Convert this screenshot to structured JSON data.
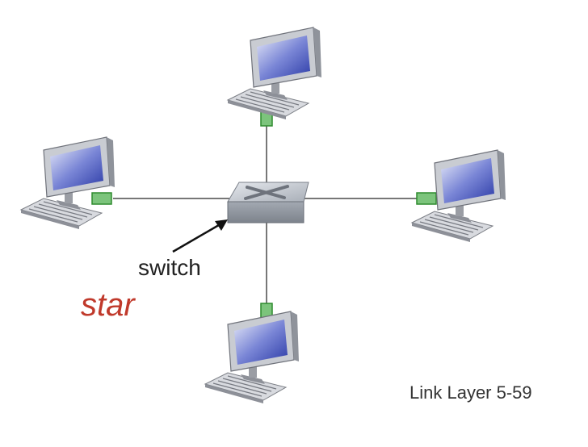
{
  "labels": {
    "switch": "switch",
    "topology": "star",
    "footer": "Link Layer  5-59"
  },
  "colors": {
    "topology_label": "#c0392b",
    "connector": "#3c9a3c",
    "screen": "#3a49b0",
    "monitor_body": "#c9ccd2",
    "switch_body": "#b9bec6"
  },
  "nodes": [
    {
      "id": "switch",
      "icon": "switch-icon"
    },
    {
      "id": "computer-top",
      "icon": "desktop-computer-icon"
    },
    {
      "id": "computer-left",
      "icon": "desktop-computer-icon"
    },
    {
      "id": "computer-right",
      "icon": "desktop-computer-icon"
    },
    {
      "id": "computer-bottom",
      "icon": "desktop-computer-icon"
    }
  ],
  "links": [
    {
      "from": "switch",
      "to": "computer-top"
    },
    {
      "from": "switch",
      "to": "computer-left"
    },
    {
      "from": "switch",
      "to": "computer-right"
    },
    {
      "from": "switch",
      "to": "computer-bottom"
    }
  ]
}
